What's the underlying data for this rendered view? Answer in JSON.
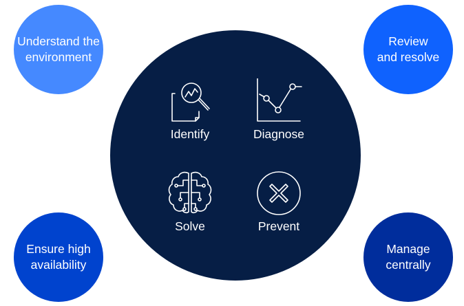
{
  "corners": {
    "top_left": {
      "line1": "Understand the",
      "line2": "environment",
      "color": "#4589ff"
    },
    "top_right": {
      "line1": "Review",
      "line2": "and resolve",
      "color": "#0f62fe"
    },
    "bottom_left": {
      "line1": "Ensure high",
      "line2": "availability",
      "color": "#0043ce"
    },
    "bottom_right": {
      "line1": "Manage",
      "line2": "centrally",
      "color": "#002d9c"
    }
  },
  "center": {
    "color": "#061e45",
    "steps": [
      {
        "label": "Identify",
        "icon": "magnifier-chart-icon"
      },
      {
        "label": "Diagnose",
        "icon": "line-chart-icon"
      },
      {
        "label": "Solve",
        "icon": "brain-circuit-icon"
      },
      {
        "label": "Prevent",
        "icon": "x-circle-icon"
      }
    ]
  }
}
